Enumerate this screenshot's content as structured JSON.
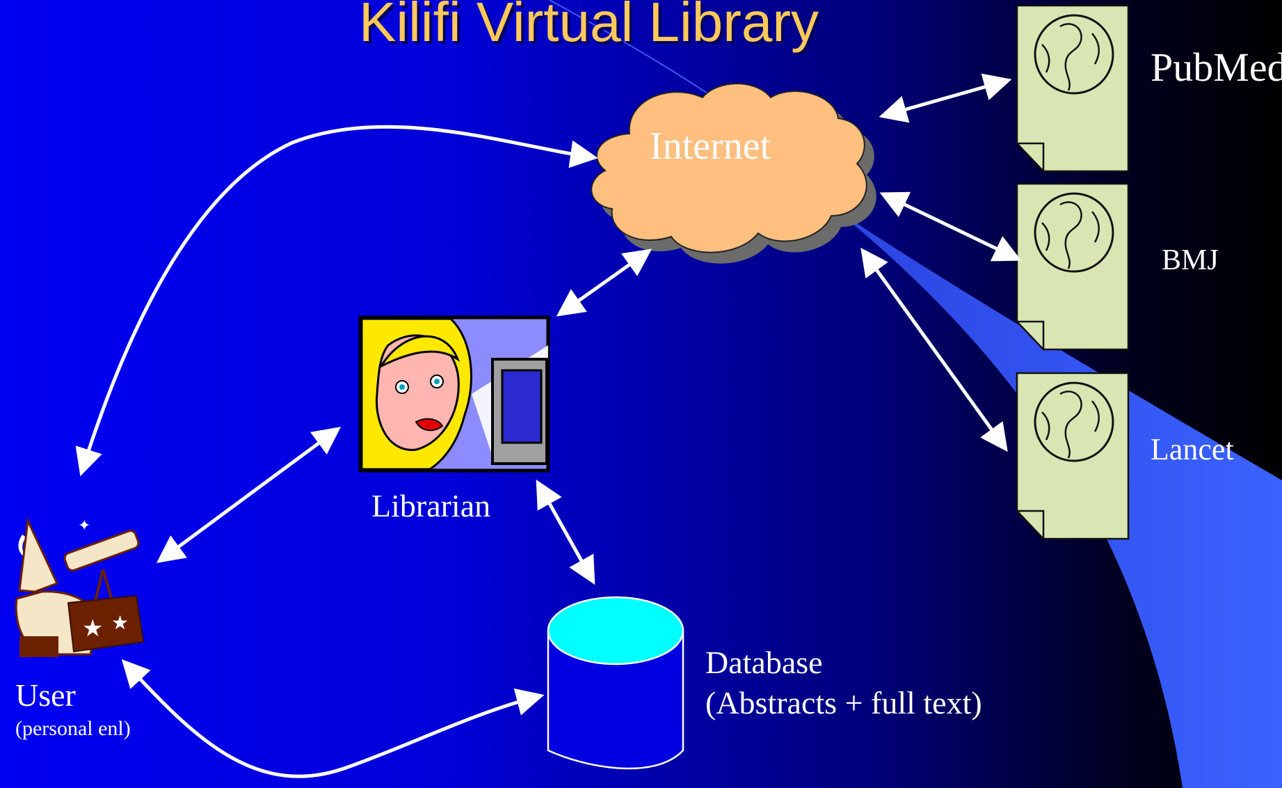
{
  "title": "Kilifi Virtual Library",
  "nodes": {
    "internet": "Internet",
    "pubmed": "PubMed",
    "bmj": "BMJ",
    "lancet": "Lancet",
    "librarian": "Librarian",
    "database": "Database",
    "database_sub": "(Abstracts + full text)",
    "user": "User",
    "user_sub": "(personal enl)"
  },
  "colors": {
    "title": "#ffc95a",
    "cloud": "#ffbf7f",
    "document": "#d9e6b3",
    "database_top": "#00ffff",
    "database_body": "#0000e0",
    "beam": "#3a5cff",
    "arrows": "#ffffff"
  },
  "icons": {
    "sources": "globe-document-icon",
    "user": "astronomer-clipart",
    "librarian": "librarian-clipart",
    "internet": "cloud-shape",
    "database": "database-cylinder"
  }
}
